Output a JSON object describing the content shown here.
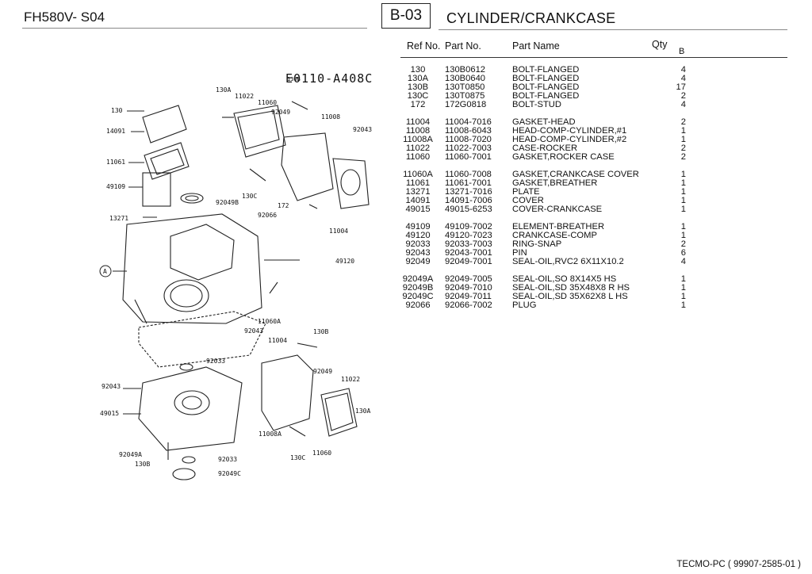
{
  "header": {
    "model": "FH580V- S04",
    "page_code": "B-03",
    "section_title": "CYLINDER/CRANKCASE"
  },
  "columns": {
    "ref_no": "Ref No.",
    "part_no": "Part No.",
    "part_name": "Part Name",
    "qty": "Qty",
    "qty_sub": "B"
  },
  "diagram": {
    "ref_code": "E0110-A408C",
    "callouts": [
      "130B",
      "130A",
      "11022",
      "11060",
      "130",
      "92049",
      "11008",
      "92043",
      "14091",
      "11061",
      "49109",
      "130C",
      "92049B",
      "172",
      "13271",
      "92066",
      "11004",
      "49120",
      "A",
      "11060A",
      "92043",
      "130B",
      "11004",
      "92033",
      "92049",
      "92043",
      "11022",
      "49015",
      "130A",
      "11008A",
      "92049A",
      "130B",
      "92033",
      "130C",
      "11060",
      "92049C"
    ]
  },
  "groups": [
    [
      {
        "ref": "130",
        "part_no": "130B0612",
        "name": "BOLT-FLANGED",
        "qty": "4"
      },
      {
        "ref": "130A",
        "part_no": "130B0640",
        "name": "BOLT-FLANGED",
        "qty": "4"
      },
      {
        "ref": "130B",
        "part_no": "130T0850",
        "name": "BOLT-FLANGED",
        "qty": "17"
      },
      {
        "ref": "130C",
        "part_no": "130T0875",
        "name": "BOLT-FLANGED",
        "qty": "2"
      },
      {
        "ref": "172",
        "part_no": "172G0818",
        "name": "BOLT-STUD",
        "qty": "4"
      }
    ],
    [
      {
        "ref": "11004",
        "part_no": "11004-7016",
        "name": "GASKET-HEAD",
        "qty": "2"
      },
      {
        "ref": "11008",
        "part_no": "11008-6043",
        "name": "HEAD-COMP-CYLINDER,#1",
        "qty": "1"
      },
      {
        "ref": "11008A",
        "part_no": "11008-7020",
        "name": "HEAD-COMP-CYLINDER,#2",
        "qty": "1"
      },
      {
        "ref": "11022",
        "part_no": "11022-7003",
        "name": "CASE-ROCKER",
        "qty": "2"
      },
      {
        "ref": "11060",
        "part_no": "11060-7001",
        "name": "GASKET,ROCKER CASE",
        "qty": "2"
      }
    ],
    [
      {
        "ref": "11060A",
        "part_no": "11060-7008",
        "name": "GASKET,CRANKCASE COVER",
        "qty": "1"
      },
      {
        "ref": "11061",
        "part_no": "11061-7001",
        "name": "GASKET,BREATHER",
        "qty": "1"
      },
      {
        "ref": "13271",
        "part_no": "13271-7016",
        "name": "PLATE",
        "qty": "1"
      },
      {
        "ref": "14091",
        "part_no": "14091-7006",
        "name": "COVER",
        "qty": "1"
      },
      {
        "ref": "49015",
        "part_no": "49015-6253",
        "name": "COVER-CRANKCASE",
        "qty": "1"
      }
    ],
    [
      {
        "ref": "49109",
        "part_no": "49109-7002",
        "name": "ELEMENT-BREATHER",
        "qty": "1"
      },
      {
        "ref": "49120",
        "part_no": "49120-7023",
        "name": "CRANKCASE-COMP",
        "qty": "1"
      },
      {
        "ref": "92033",
        "part_no": "92033-7003",
        "name": "RING-SNAP",
        "qty": "2"
      },
      {
        "ref": "92043",
        "part_no": "92043-7001",
        "name": "PIN",
        "qty": "6"
      },
      {
        "ref": "92049",
        "part_no": "92049-7001",
        "name": "SEAL-OIL,RVC2 6X11X10.2",
        "qty": "4"
      }
    ],
    [
      {
        "ref": "92049A",
        "part_no": "92049-7005",
        "name": "SEAL-OIL,SO 8X14X5 HS",
        "qty": "1"
      },
      {
        "ref": "92049B",
        "part_no": "92049-7010",
        "name": "SEAL-OIL,SD 35X48X8 R HS",
        "qty": "1"
      },
      {
        "ref": "92049C",
        "part_no": "92049-7011",
        "name": "SEAL-OIL,SD 35X62X8 L HS",
        "qty": "1"
      },
      {
        "ref": "92066",
        "part_no": "92066-7002",
        "name": "PLUG",
        "qty": "1"
      }
    ]
  ],
  "footer": "TECMO-PC ( 99907-2585-01 )"
}
